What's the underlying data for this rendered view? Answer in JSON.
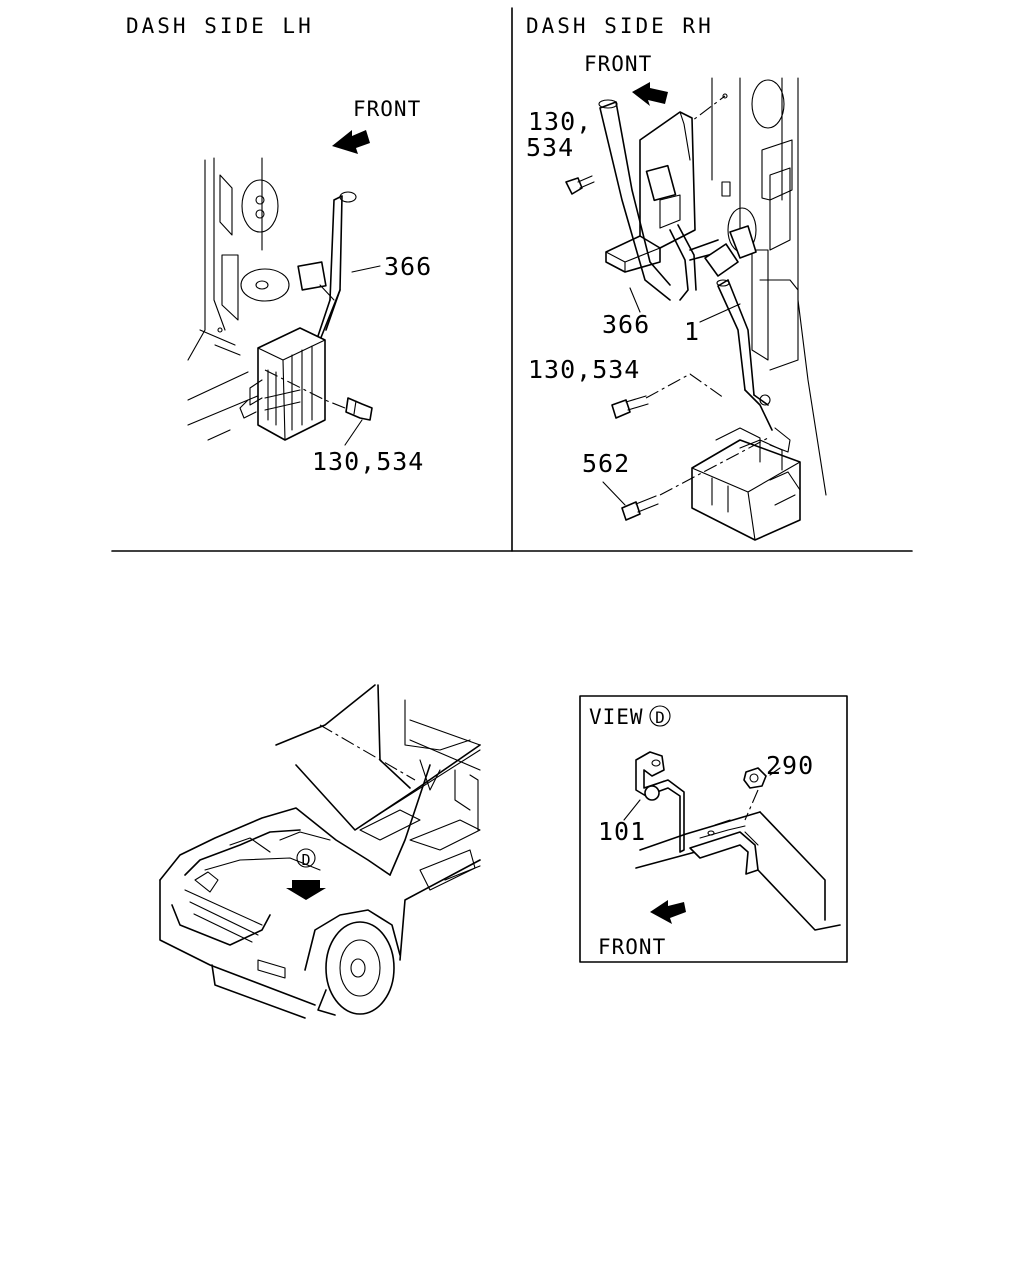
{
  "panels": {
    "lh": {
      "title": "DASH SIDE LH",
      "front": "FRONT",
      "callouts": {
        "harness": "366",
        "bolt": "130,534"
      }
    },
    "rh": {
      "title": "DASH SIDE RH",
      "front": "FRONT",
      "callouts": {
        "bolt_top_1": "130,",
        "bolt_top_2": "534",
        "harness": "366",
        "cable": "1",
        "bolt_mid": "130,534",
        "bolt_low": "562"
      }
    },
    "vehicle": {
      "view_marker": "D"
    },
    "view_d": {
      "title": "VIEW",
      "marker": "D",
      "front": "FRONT",
      "callouts": {
        "clip": "101",
        "nut": "290"
      }
    }
  }
}
